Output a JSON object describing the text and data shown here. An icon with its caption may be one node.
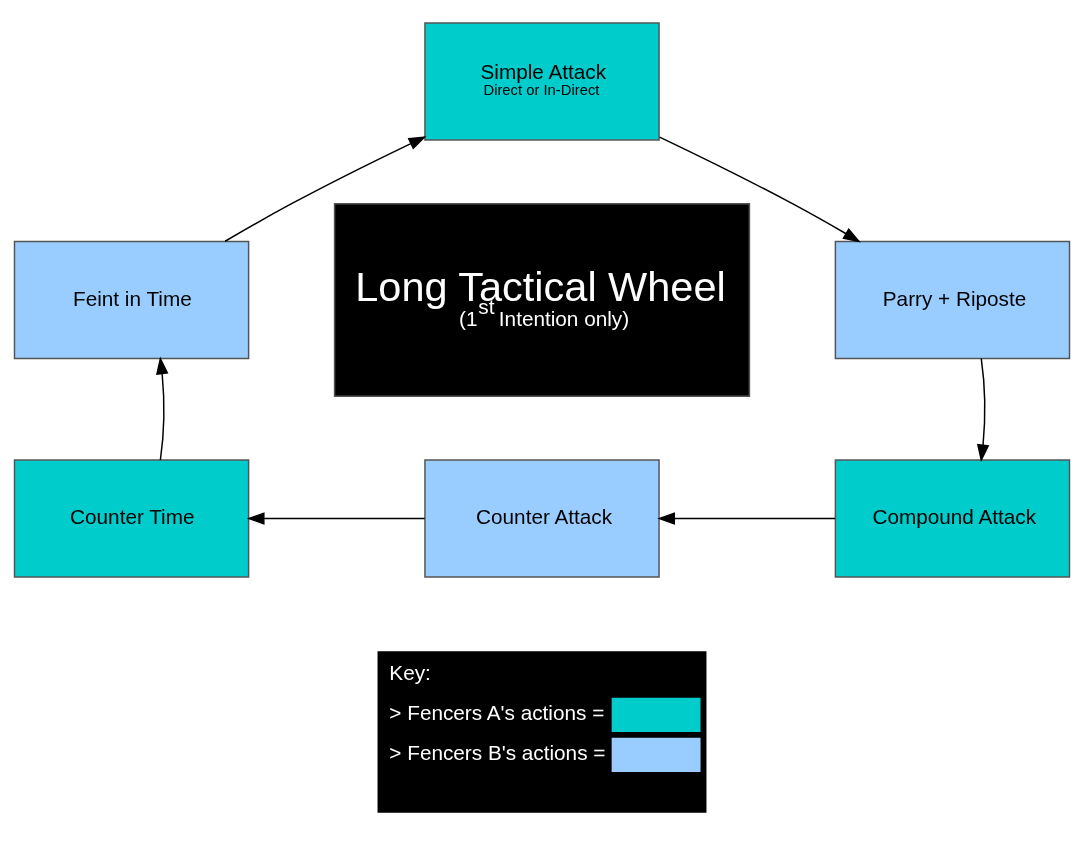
{
  "diagram": {
    "nodes": [
      {
        "text": [
          "Simple Attack",
          "Direct or In-Direct"
        ]
      },
      {
        "text": [
          "Parry + Riposte"
        ]
      },
      {
        "text": [
          "Compound Attack"
        ]
      },
      {
        "text": [
          "Counter Attack"
        ]
      },
      {
        "text": [
          "Counter Time"
        ]
      },
      {
        "text": [
          "Feint in Time"
        ]
      },
      {
        "text": [
          "Long Tactical Wheel",
          "(1$^{st}$ Intention only)"
        ]
      }
    ],
    "edges": [
      {
        "from": 0,
        "to": 1,
        "arrow": "to"
      },
      {
        "from": 1,
        "to": 2,
        "arrow": "to"
      },
      {
        "from": 2,
        "to": 3,
        "arrow": "to"
      },
      {
        "from": 3,
        "to": 4,
        "arrow": "to"
      },
      {
        "from": 4,
        "to": 5,
        "arrow": "to"
      },
      {
        "from": 5,
        "to": 0,
        "arrow": "to"
      }
    ],
    "labels": [
      "Key:"
    ],
    "legend": [
      {
        "text": "> Fencers A's actions =",
        "color": "#00cccc"
      },
      {
        "text": "> Fencers B's actions =",
        "color": "#99ccff"
      }
    ]
  }
}
